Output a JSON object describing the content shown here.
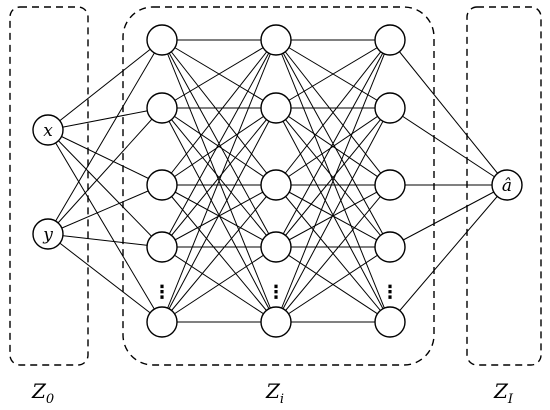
{
  "nodes": {
    "input_x": "x",
    "input_y": "y",
    "output": "â",
    "ellipsis": "⋮"
  },
  "regions": {
    "input_label": "Z",
    "input_sub": "0",
    "hidden_label": "Z",
    "hidden_sub": "i",
    "output_label": "Z",
    "output_sub": "I"
  }
}
